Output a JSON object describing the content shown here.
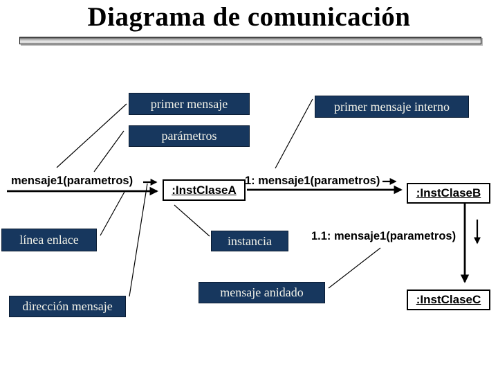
{
  "title": "Diagrama de comunicación",
  "colors": {
    "box_bg": "#17375E",
    "box_text": "#F2F2E8",
    "line": "#000000"
  },
  "callout_labels": {
    "primer_mensaje": "primer mensaje",
    "parametros": "parámetros",
    "primer_mensaje_interno": "primer mensaje interno",
    "linea_enlace": "línea enlace",
    "instancia": "instancia",
    "mensaje_anidado": "mensaje anidado",
    "direccion_mensaje": "dirección mensaje"
  },
  "messages": {
    "mensaje1": "mensaje1(parametros)",
    "msg1": "1: mensaje1(parametros)",
    "msg11": "1.1: mensaje1(parametros)"
  },
  "instances": {
    "a": ":InstClaseA",
    "b": ":InstClaseB",
    "c": ":InstClaseC"
  }
}
